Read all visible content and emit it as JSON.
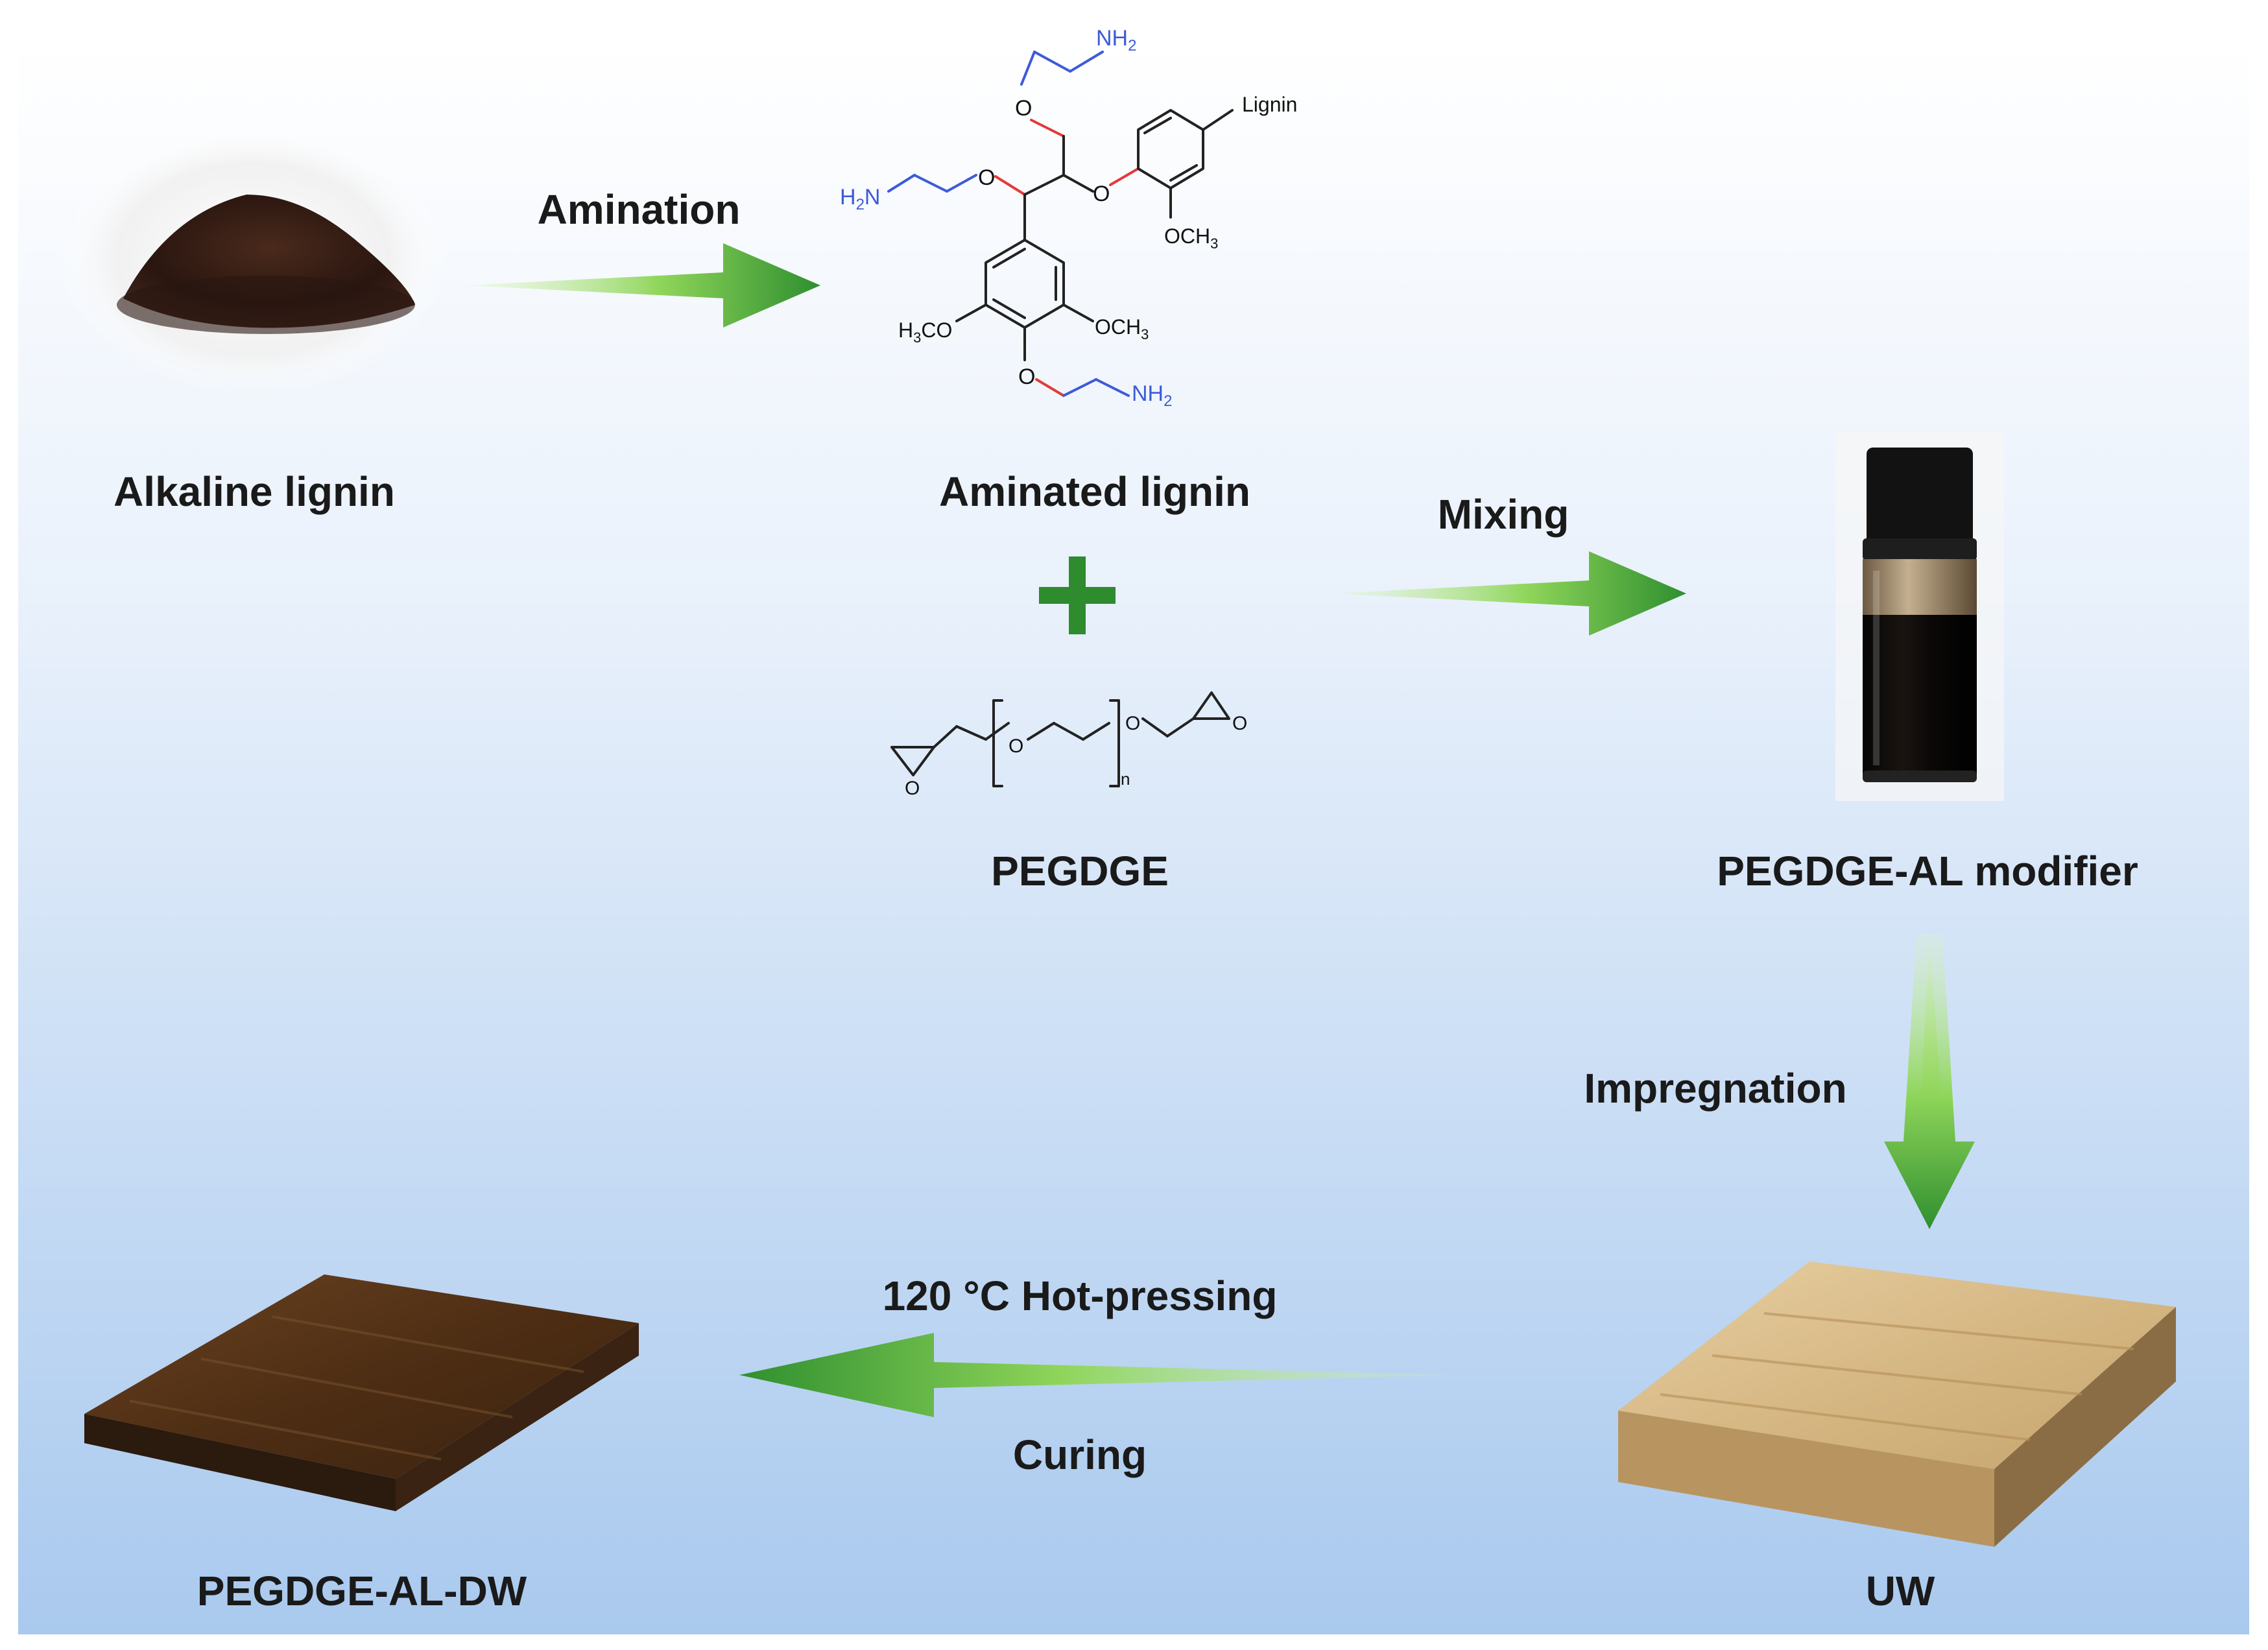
{
  "labels": {
    "alkaline_lignin": "Alkaline lignin",
    "amination": "Amination",
    "aminated_lignin": "Aminated lignin",
    "mixing": "Mixing",
    "pegdge": "PEGDGE",
    "pegdge_al_modifier": "PEGDGE-AL modifier",
    "impregnation": "Impregnation",
    "uw": "UW",
    "hot_pressing": "120 °C Hot-pressing",
    "curing": "Curing",
    "pegdge_al_dw": "PEGDGE-AL-DW"
  },
  "chem": {
    "nh2": "NH",
    "h2n": "H",
    "lignin": "Lignin",
    "och3": "OCH",
    "h3co": "H",
    "o": "O",
    "n": "n",
    "sub2": "2",
    "sub3": "3",
    "h2n_n": "N",
    "h3co_co": "CO"
  },
  "colors": {
    "arrow_green_dark": "#2e8b2e",
    "arrow_green_light": "#9be05a",
    "plus_green": "#2e8b2e",
    "background_top": "#ffffff",
    "background_bottom": "#a9c9ee",
    "amine_blue": "#3d5bd9",
    "oxygen_red": "#e33a3a"
  }
}
